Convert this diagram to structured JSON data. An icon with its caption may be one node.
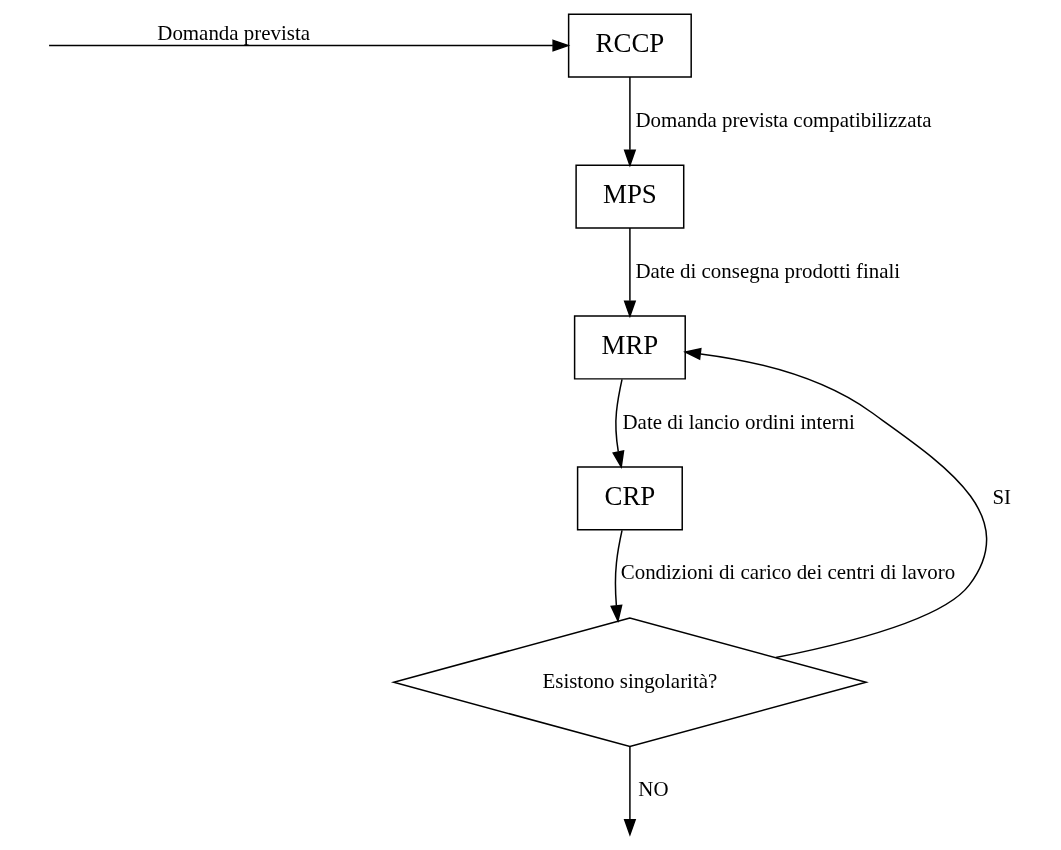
{
  "diagram": {
    "nodes": [
      {
        "text": [
          "RCCP"
        ]
      },
      {
        "text": [
          "MPS"
        ]
      },
      {
        "text": [
          "MRP"
        ]
      },
      {
        "text": [
          "CRP"
        ]
      },
      {
        "text": [
          "Esistono singolarità?"
        ]
      }
    ],
    "edges": [
      {
        "from": null,
        "to": 0,
        "arrow": "to",
        "label": "Domanda prevista"
      },
      {
        "from": 0,
        "to": 1,
        "arrow": "to",
        "label": "Domanda prevista compatibilizzata"
      },
      {
        "from": 1,
        "to": 2,
        "arrow": "to",
        "label": "Date di consegna prodotti finali"
      },
      {
        "from": 2,
        "to": 3,
        "arrow": "to",
        "label": "Date di lancio ordini interni"
      },
      {
        "from": 3,
        "to": 4,
        "arrow": "to",
        "label": "Condizioni di carico dei centri di lavoro"
      },
      {
        "from": 4,
        "to": 2,
        "arrow": "to",
        "label": "SI"
      },
      {
        "from": 4,
        "to": null,
        "arrow": "to",
        "label": "NO"
      }
    ]
  }
}
